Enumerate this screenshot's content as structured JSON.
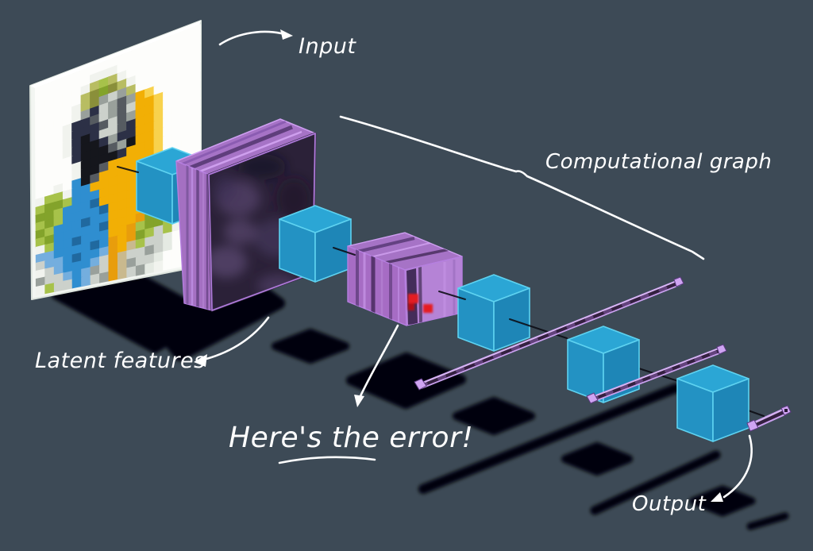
{
  "labels": {
    "input": "Input",
    "computational_graph": "Computational graph",
    "latent_features": "Latent features",
    "error_callout": "Here's the error!",
    "output": "Output"
  },
  "colors": {
    "background": "#3d4a56",
    "text": "#ffffff",
    "arrow": "#ffffff",
    "connector": "#0c0c14",
    "shadow": "#030208",
    "cube-top": "#2ba6d5",
    "cube-left": "#2392c3",
    "cube-right": "#1e86b7",
    "cube-edge": "#5ed2f0",
    "slab-front": "#2b2138",
    "slab-side": "#a470c2",
    "slab-top": "#a673c6",
    "slab-edge": "#c492e8",
    "slab2-left": "#a66cc4",
    "slab2-right": "#b583d6",
    "rod-outline": "#c9a0ee",
    "rod-core": "#342040",
    "error-red": "#e51a20",
    "panel-white": "#f3f6f2"
  },
  "parrot_image": {
    "description": "pixelated blue-and-yellow macaw photo on white panel",
    "palette": {
      ".": "#fdfdfb",
      ",": "#f1f3ee",
      "w": "#e5eae3",
      "L": "#ccd1cb",
      "N": "#99a09b",
      "D": "#565b61",
      "K": "#15161c",
      "V": "#2c3046",
      "O": "#8a8f3a",
      "o": "#b8bd62",
      "g": "#a7c24a",
      "G": "#83a32b",
      "E": "#5f7d1f",
      "Y": "#f2af05",
      "y": "#f8d24d",
      "A": "#e89d0c",
      "t": "#c9b98e",
      "B": "#2f8ed0",
      "b": "#74aede",
      "T": "#20699f",
      "C": "#b9c3c8"
    },
    "rows": [
      "..................",
      "......,,,.........",
      ".....,ogo,........",
      ".....oOGOo,.......",
      "....,oONLNo.......",
      "....,NVLNDNYy.....",
      "...,VVDLNDLYYy....",
      "...,VVVDLDNYYy....",
      "...,VKVLLDVYYy....",
      "...,VKKVNVVYYy....",
      "....VKKKDNKYYy....",
      "....,KKKKVYYYy....",
      "....,KKDYYYYYy....",
      "..,.BKDYYYYYYy....",
      ",gg,BBYYYYYYYy....",
      "gGGgBBBYYYYYYY,...",
      "GGgBBBTYYYYYYY,...",
      "gGgBBBBTYYYYYAg...",
      "GgBBBTBBYYYYAGg,..",
      "gGBBBBBTYYYAGGg,..",
      ",gBBTBBBYYAgGGgw..",
      "bbBBBBTBAYAGgLg,..",
      "LbbBTBBbAYtgLLw...",
      ",LbBBBbLAtLLNLw...",
      "NLLbBbNLAtNLLw....",
      ",gLLBbLNAtLNw,...."
    ]
  },
  "scene": {
    "nodes": [
      "input-image-panel",
      "latent-cube-1",
      "weight-slab-large",
      "latent-cube-2",
      "weight-slab-small",
      "latent-cube-3",
      "rod-1",
      "latent-cube-4",
      "rod-2",
      "latent-cube-5",
      "rod-3"
    ]
  }
}
